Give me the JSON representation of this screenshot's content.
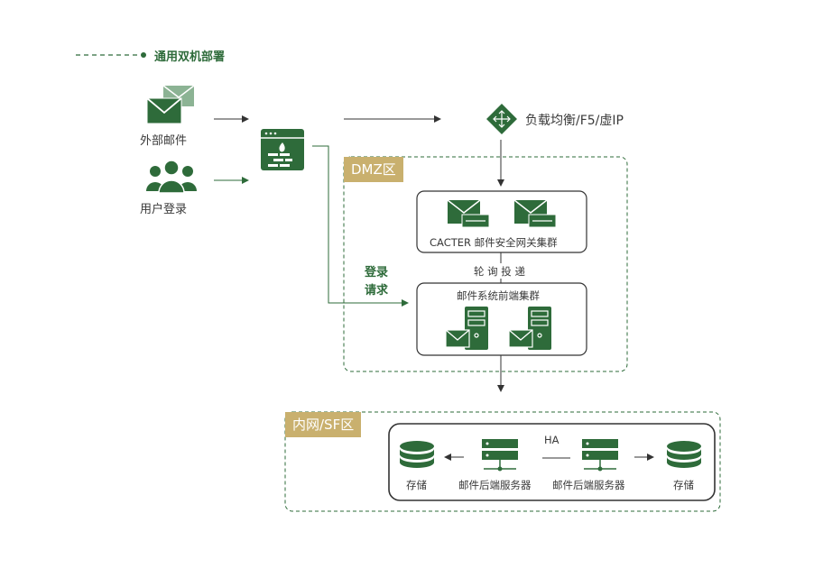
{
  "legend": {
    "label": "通用双机部署"
  },
  "sources": {
    "external_mail": "外部邮件",
    "user_login": "用户登录"
  },
  "load_balancer": {
    "label": "负载均衡/F5/虚IP"
  },
  "dmz": {
    "zone_label": "DMZ区",
    "gateway_cluster": "CACTER 邮件安全网关集群",
    "round_robin": "轮 询 投 递",
    "frontend_cluster": "邮件系统前端集群",
    "login_request": [
      "登录",
      "请求"
    ]
  },
  "intranet": {
    "zone_label": "内网/SF区",
    "ha": "HA",
    "storage_left": "存储",
    "backend_left": "邮件后端服务器",
    "backend_right": "邮件后端服务器",
    "storage_right": "存储"
  },
  "colors": {
    "primary_green": "#2e6b3a",
    "light_green": "#8cb394",
    "gold": "#c9b06e"
  }
}
